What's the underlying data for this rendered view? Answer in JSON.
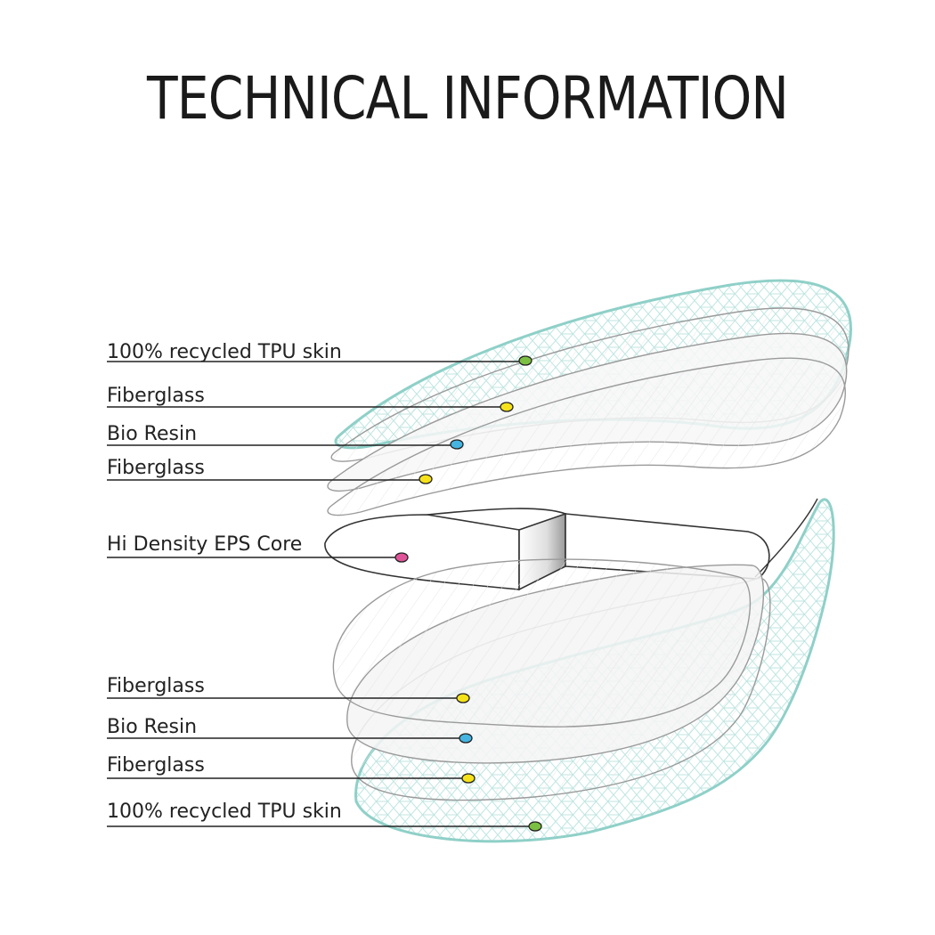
{
  "title": "TECHNICAL INFORMATION",
  "colors": {
    "tpu_skin": "#8fd0c8",
    "fiberglass": "#f5e21b",
    "bio_resin": "#46b4e0",
    "eps_core": "#e0559a",
    "tpu_marker": "#7cc043"
  },
  "layers_top": [
    {
      "label": "100% recycled TPU skin",
      "marker": "green"
    },
    {
      "label": "Fiberglass",
      "marker": "yellow"
    },
    {
      "label": "Bio Resin",
      "marker": "blue"
    },
    {
      "label": "Fiberglass",
      "marker": "yellow"
    }
  ],
  "core": {
    "label": "Hi Density EPS Core",
    "marker": "pink"
  },
  "layers_bottom": [
    {
      "label": "Fiberglass",
      "marker": "yellow"
    },
    {
      "label": "Bio Resin",
      "marker": "blue"
    },
    {
      "label": "Fiberglass",
      "marker": "yellow"
    },
    {
      "label": "100% recycled TPU skin",
      "marker": "green"
    }
  ]
}
